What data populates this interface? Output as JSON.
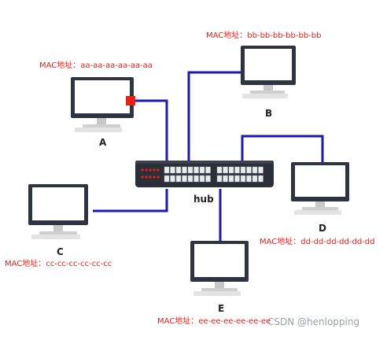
{
  "diagram": {
    "hub_label": "hub",
    "computers": [
      {
        "id": "A",
        "label": "A",
        "mac": "MAC地址：aa-aa-aa-aa-aa-aa"
      },
      {
        "id": "B",
        "label": "B",
        "mac": "MAC地址：bb-bb-bb-bb-bb-bb"
      },
      {
        "id": "C",
        "label": "C",
        "mac": "MAC地址：cc-cc-cc-cc-cc-cc"
      },
      {
        "id": "D",
        "label": "D",
        "mac": "MAC地址：dd-dd-dd-dd-dd-dd"
      },
      {
        "id": "E",
        "label": "E",
        "mac": "MAC地址：ee-ee-ee-ee-ee-ee"
      }
    ],
    "watermark": "CSDN @henlopping",
    "colors": {
      "cable": "#1a1ab0",
      "mac_text": "#e8201a",
      "port_highlight": "#e8201a",
      "hub_body": "#2b3038"
    }
  }
}
